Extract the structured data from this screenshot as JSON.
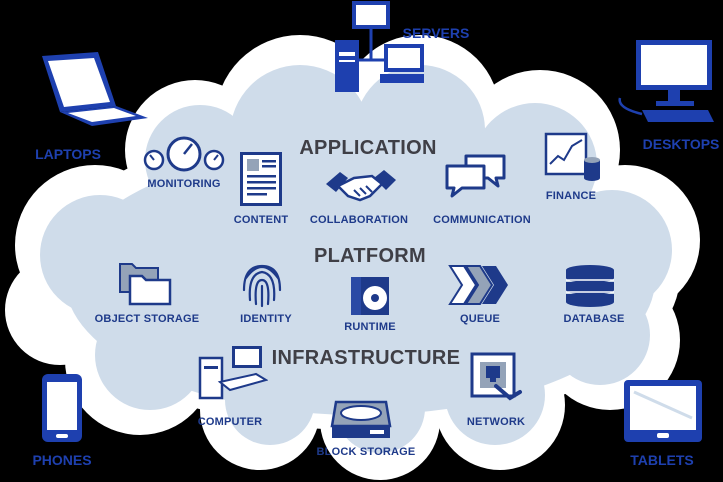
{
  "devices": {
    "servers": "SERVERS",
    "laptops": "LAPTOPS",
    "desktops": "DESKTOPS",
    "phones": "PHONES",
    "tablets": "TABLETS"
  },
  "application": {
    "title": "APPLICATION",
    "items": [
      "MONITORING",
      "CONTENT",
      "COLLABORATION",
      "COMMUNICATION",
      "FINANCE"
    ]
  },
  "platform": {
    "title": "PLATFORM",
    "items": [
      "OBJECT STORAGE",
      "IDENTITY",
      "RUNTIME",
      "QUEUE",
      "DATABASE"
    ]
  },
  "infrastructure": {
    "title": "INFRASTRUCTURE",
    "items": [
      "COMPUTER",
      "BLOCK STORAGE",
      "NETWORK"
    ]
  },
  "colors": {
    "background": "#000000",
    "cloud": "#ffffff",
    "cloud_inner": "#cfdcea",
    "device_blue": "#1e40af",
    "icon_blue": "#1e3a8a",
    "section_gray": "#3f3f46"
  }
}
